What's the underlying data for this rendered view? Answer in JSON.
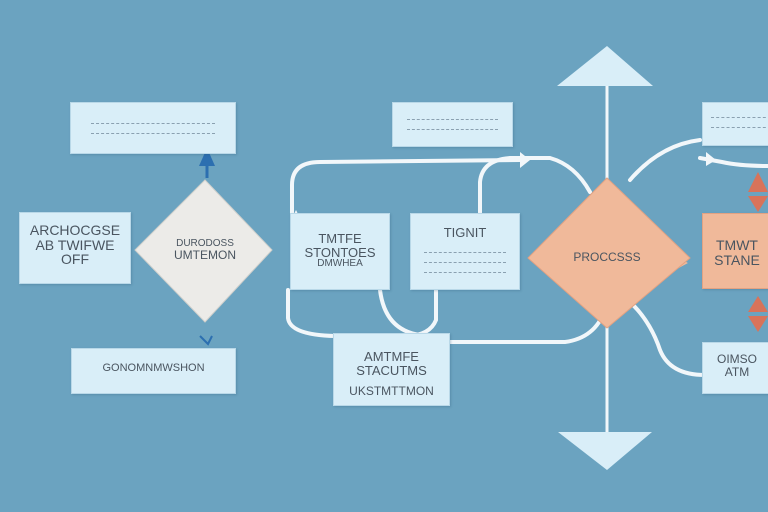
{
  "diagram": {
    "colors": {
      "background": "#6ba3c0",
      "box_fill": "#d9eef8",
      "connector": "#f2f7fa",
      "diamond_left": "#ecebe8",
      "diamond_right": "#f0b99a",
      "box_orange": "#f0b99a",
      "arrow_blue": "#2c6fb0",
      "arrow_red": "#d8735a"
    },
    "left_box": {
      "lines": [
        "ARCHOCGSE",
        "AB TWIFWE",
        "OFF"
      ]
    },
    "left_diamond": {
      "lines": [
        "DURODOSS",
        "UMTEMON"
      ]
    },
    "center_box": {
      "lines": [
        "TMTFE",
        "STONTOES",
        "DMWHEA"
      ]
    },
    "top_middle_box": {
      "line": "TIGNIT"
    },
    "bottom_center_box": {
      "lines": [
        "AMTMFE",
        "STACUTMS",
        "UKSTMTTMON"
      ]
    },
    "bottom_left_box": {
      "line": "GONOMNMWSHON"
    },
    "right_diamond": {
      "line": "PROCCSSS"
    },
    "right_box": {
      "lines": [
        "TMWT",
        "STANE"
      ]
    },
    "bottom_right_box": {
      "lines": [
        "OIMSO",
        "ATM"
      ]
    },
    "icons": {
      "up_big": "arrow-up-icon",
      "down_big": "arrow-down-icon",
      "blue_arrow": "arrow-up-icon",
      "red_double": "double-arrow-icon"
    }
  }
}
